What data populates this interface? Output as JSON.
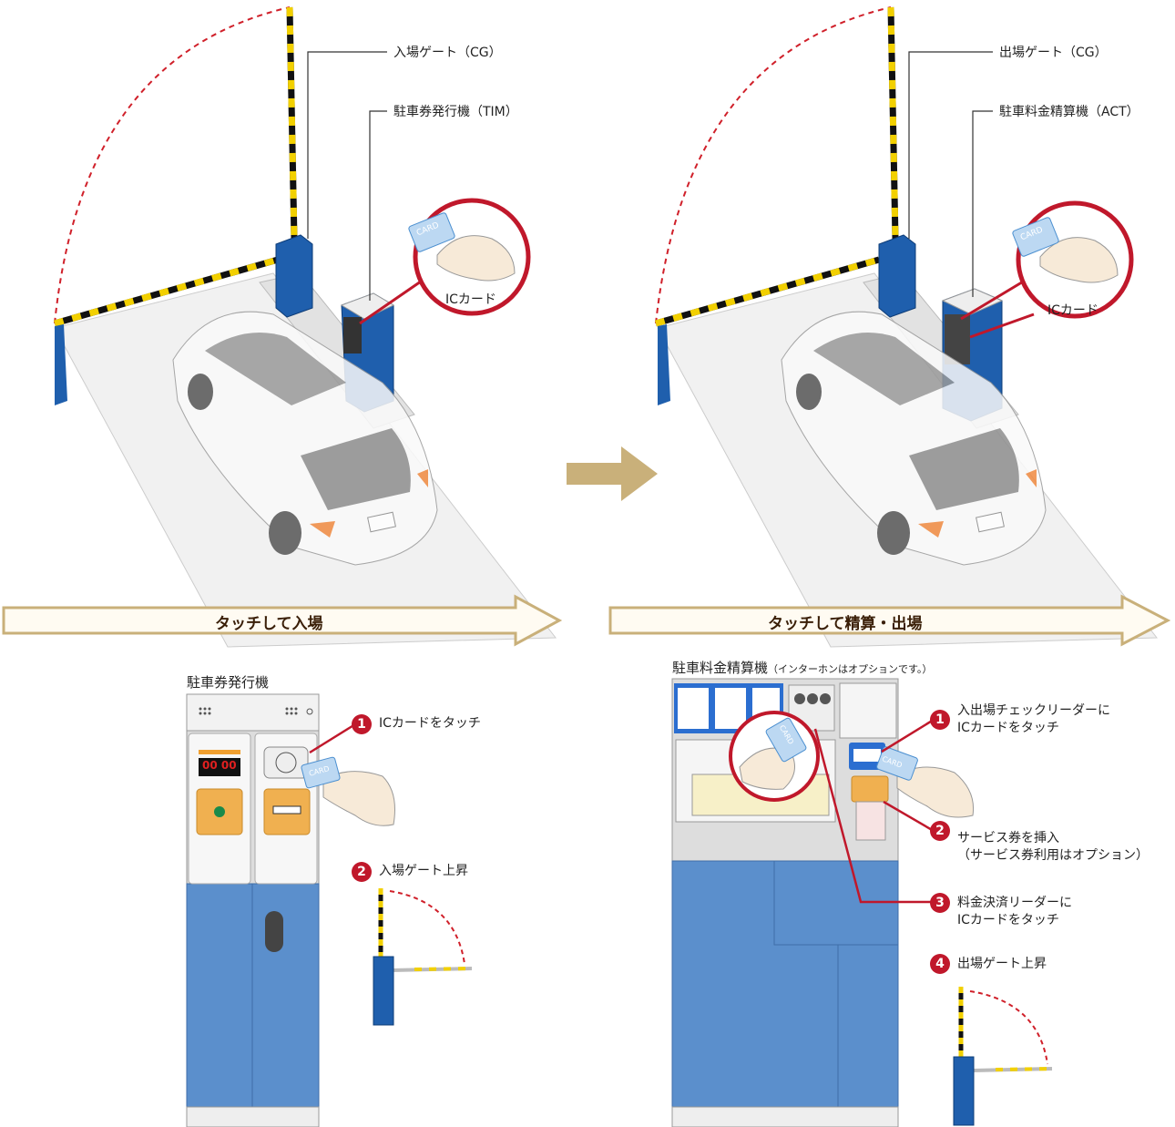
{
  "colors": {
    "accent_red": "#c0182b",
    "machine_blue": "#5b8fcc",
    "gate_blue": "#1f5fad",
    "arrow_gold": "#c9b07a"
  },
  "entry": {
    "gate_label": "入場ゲート（CG）",
    "machine_label": "駐車券発行機（TIM）",
    "ic_card_label": "ICカード",
    "banner": "タッチして入場"
  },
  "exit": {
    "gate_label": "出場ゲート（CG）",
    "machine_label": "駐車料金精算機（ACT）",
    "ic_card_label": "ICカード",
    "banner": "タッチして精算・出場"
  },
  "card_text": "CARD",
  "tim_panel": {
    "title": "駐車券発行機",
    "display": "00 00",
    "steps": [
      {
        "num": "1",
        "text": "ICカードをタッチ"
      },
      {
        "num": "2",
        "text": "入場ゲート上昇"
      }
    ]
  },
  "act_panel": {
    "title": "駐車料金精算機",
    "note": "（インターホンはオプションです。）",
    "steps": [
      {
        "num": "1",
        "line1": "入出場チェックリーダーに",
        "line2": "ICカードをタッチ"
      },
      {
        "num": "2",
        "line1": "サービス券を挿入",
        "line2": "（サービス券利用はオプション）"
      },
      {
        "num": "3",
        "line1": "料金決済リーダーに",
        "line2": "ICカードをタッチ"
      },
      {
        "num": "4",
        "line1": "出場ゲート上昇",
        "line2": ""
      }
    ]
  }
}
